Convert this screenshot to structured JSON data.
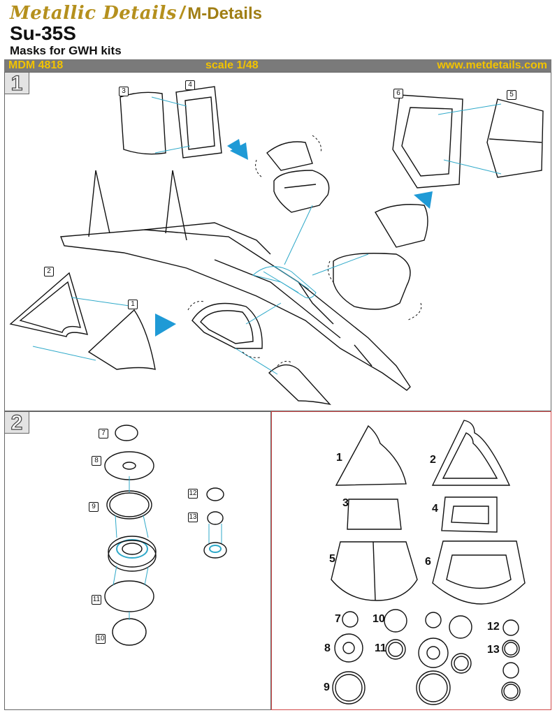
{
  "header": {
    "brand_script": "Metallic Details",
    "brand_sep": "/",
    "brand_name": "M-Details",
    "model": "Su-35S",
    "subtitle": "Masks for GWH kits"
  },
  "bar": {
    "code": "MDM 4818",
    "scale": "scale 1/48",
    "url": "www.metdetails.com"
  },
  "steps": {
    "step1": "1",
    "step2": "2"
  },
  "callouts1": [
    "1",
    "2",
    "3",
    "4",
    "5",
    "6"
  ],
  "callouts2": [
    "7",
    "8",
    "9",
    "10",
    "11",
    "12",
    "13"
  ],
  "sheet": [
    "1",
    "2",
    "3",
    "4",
    "5",
    "6",
    "7",
    "8",
    "9",
    "10",
    "11",
    "12",
    "13"
  ],
  "colors": {
    "accent": "#f2c300",
    "leader": "#2fa9c9",
    "arrow": "#1f9ad6",
    "sheet_border": "#d24a4a"
  }
}
